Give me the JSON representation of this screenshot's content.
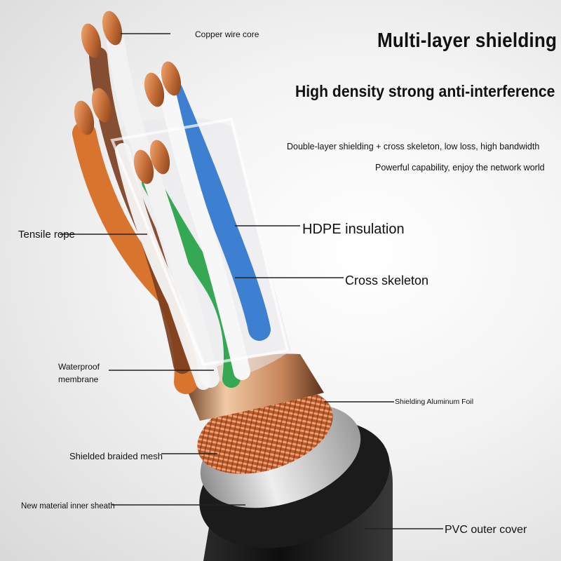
{
  "title": "Multi-layer shielding",
  "subtitle": "High density strong anti-interference",
  "description_lines": [
    "Double-layer shielding + cross skeleton, low loss, high bandwidth",
    "Powerful capability, enjoy the network world"
  ],
  "callouts": {
    "copper_wire_core": "Copper wire core",
    "tensile_rope": "Tensile rope",
    "hdpe_insulation": "HDPE insulation",
    "cross_skeleton": "Cross skeleton",
    "waterproof_membrane": "Waterproof\nmembrane",
    "shielding_aluminum_foil": "Shielding Aluminum Foil",
    "shielded_braided_mesh": "Shielded braided mesh",
    "new_material_inner_sheath": "New material inner sheath",
    "pvc_outer_cover": "PVC outer cover"
  },
  "colors": {
    "copper": "#c8703a",
    "pvc_jacket": "#151515",
    "inner_sheath": "#c9c9c9",
    "foil": "#b97a52",
    "blue_pair": "#3d7fd0",
    "green_pair": "#34a853",
    "orange_pair": "#d9742e",
    "brown_pair": "#7a3d1e"
  }
}
